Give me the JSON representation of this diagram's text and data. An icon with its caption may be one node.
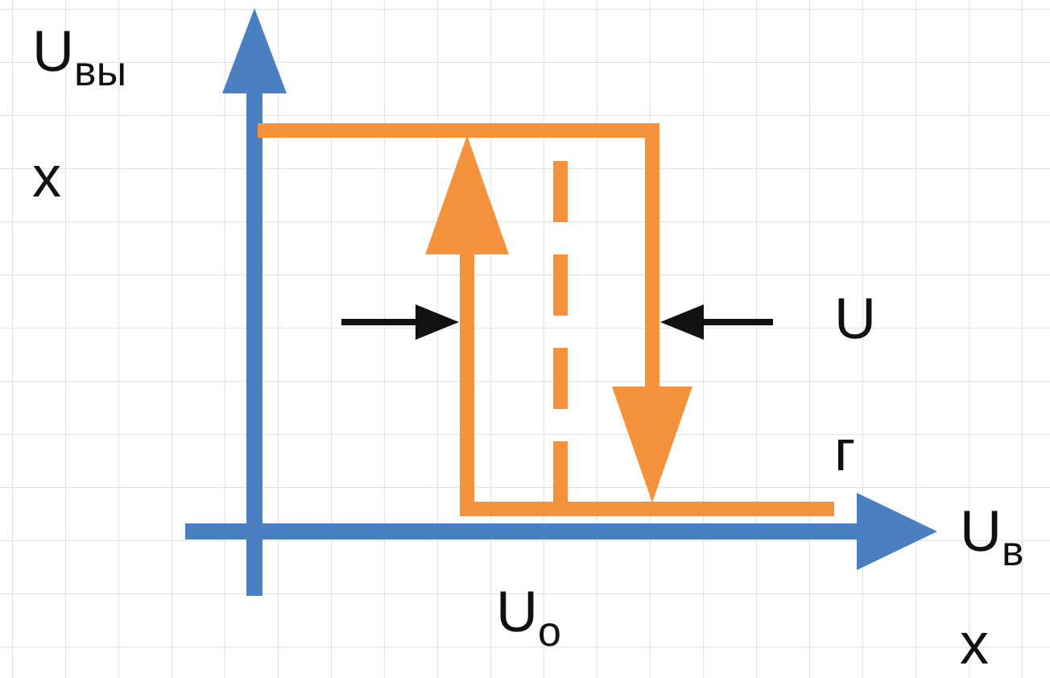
{
  "diagram": {
    "labels": [
      "U$_{вы}$",
      "х",
      "U",
      "г",
      "U$_{в}$",
      "U$_{о}$",
      "х"
    ]
  }
}
